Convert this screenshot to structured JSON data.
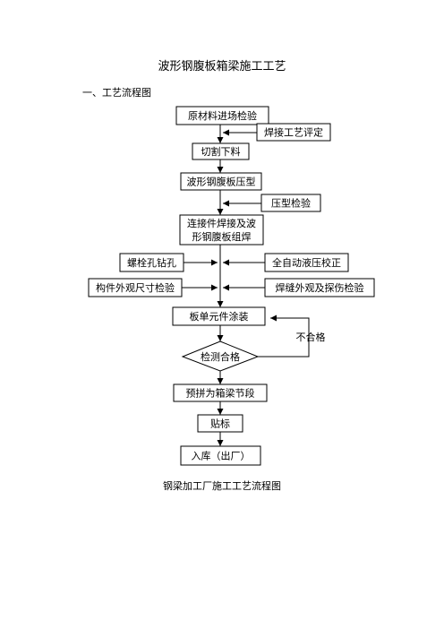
{
  "document": {
    "title": "波形钢腹板箱梁施工工艺",
    "section_heading": "一、工艺流程图",
    "caption": "钢梁加工厂施工工艺流程图"
  },
  "flowchart": {
    "main_steps": [
      "原材料进场检验",
      "切割下料",
      "波形钢腹板压型",
      "连接件焊接及波",
      "形钢腹板组焊",
      "板单元件涂装",
      "检测合格",
      "预拼为箱梁节段",
      "贴标",
      "入库（出厂）"
    ],
    "side_inputs": [
      "焊接工艺评定",
      "压型检验",
      "螺栓孔钻孔",
      "全自动液压校正",
      "构件外观尺寸检验",
      "焊缝外观及探伤检验"
    ],
    "loop_label": "不合格"
  }
}
